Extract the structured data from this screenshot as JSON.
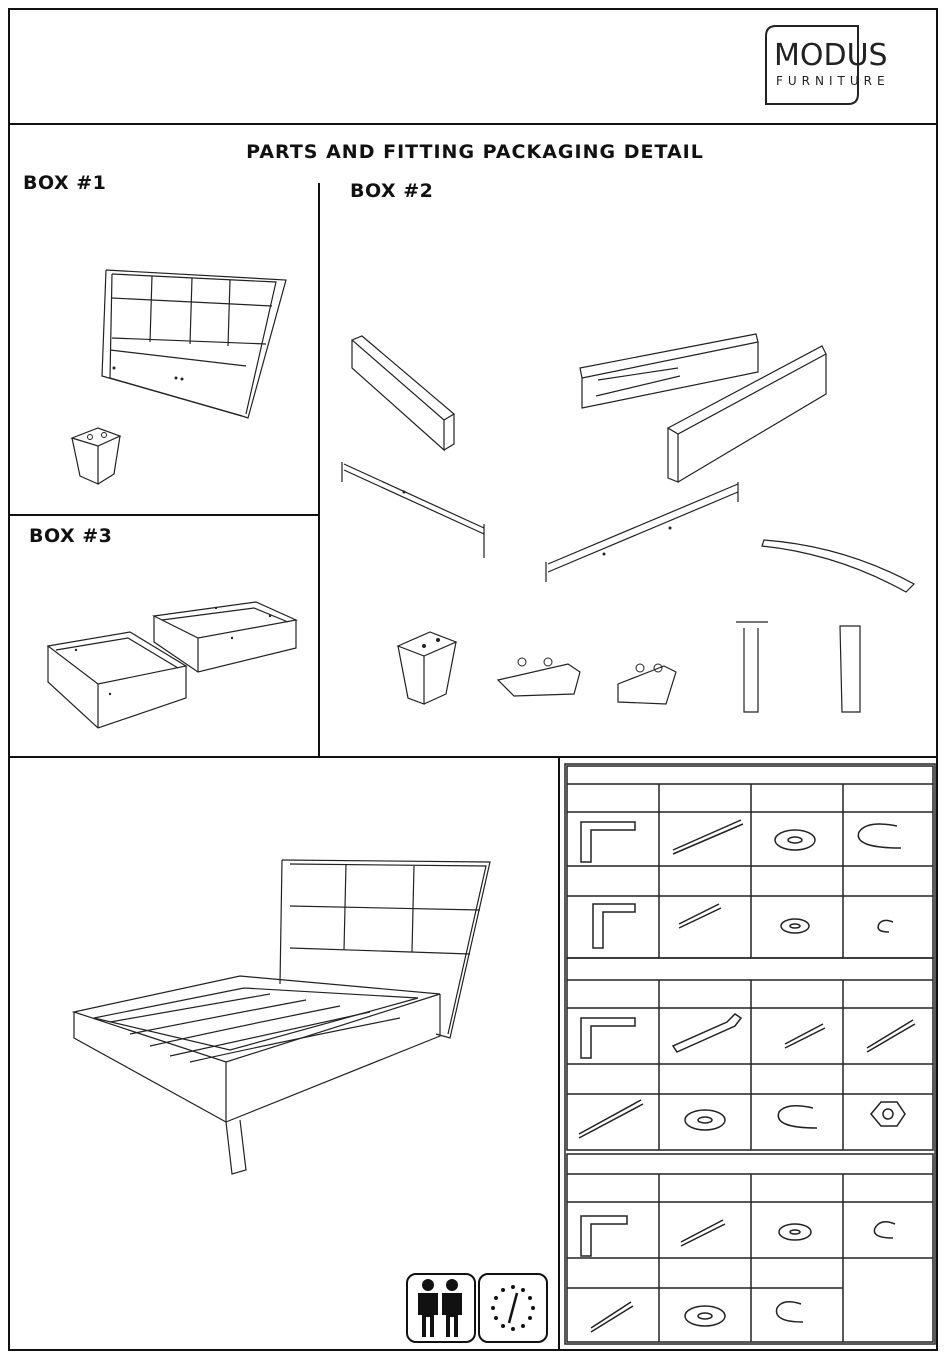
{
  "logo": {
    "brand": "MODUS",
    "sub": "FURNITURE"
  },
  "title": "PARTS AND FITTING PACKAGING DETAIL",
  "boxes": {
    "box1": "BOX #1",
    "box2": "BOX #2",
    "box3": "BOX #3"
  },
  "icons": {
    "people": "two-people-icon",
    "clock": "clock-icon"
  },
  "hardware_groups": 3
}
